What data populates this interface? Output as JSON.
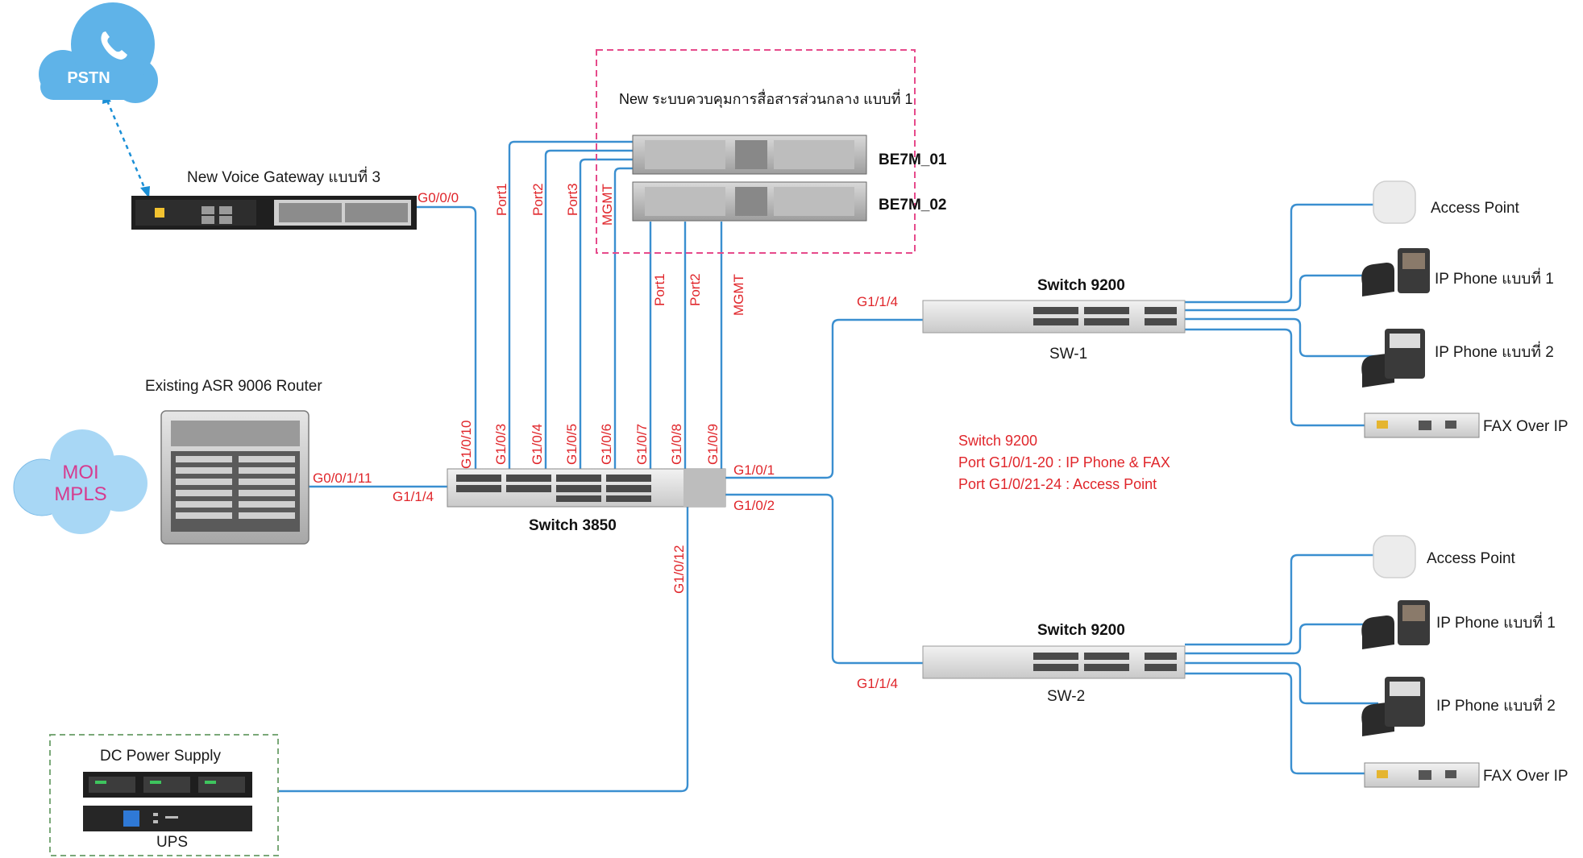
{
  "colors": {
    "wire": "#3a8fd0",
    "port_label": "#e0262b",
    "cloud": "#5fb3e8",
    "mpls_cloud": "#a8d7f5",
    "new_box": "#e64a8b",
    "dc_box": "#7aa878"
  },
  "pstn": {
    "label": "PSTN"
  },
  "mpls": {
    "line1": "MOI",
    "line2": "MPLS"
  },
  "voice_gateway": {
    "label": "New Voice Gateway แบบที่ 3",
    "port": "G0/0/0"
  },
  "new_servers": {
    "title": "New ระบบควบคุมการสื่อสารส่วนกลาง แบบที่ 1",
    "server1": "BE7M_01",
    "server2": "BE7M_02",
    "uplinks": [
      "Port1",
      "Port2",
      "Port3",
      "MGMT"
    ],
    "downlinks": [
      "Port1",
      "Port2",
      "MGMT"
    ]
  },
  "router": {
    "label": "Existing ASR 9006 Router",
    "port": "G0/0/1/11"
  },
  "core_switch": {
    "label": "Switch 3850",
    "ports": [
      "G1/0/10",
      "G1/0/3",
      "G1/0/4",
      "G1/0/5",
      "G1/0/6",
      "G1/0/7",
      "G1/0/8",
      "G1/0/9"
    ],
    "port_router": "G1/1/4",
    "port_sw1": "G1/0/1",
    "port_sw2": "G1/0/2",
    "port_power": "G1/0/12"
  },
  "sw1": {
    "title": "Switch 9200",
    "name": "SW-1",
    "uplink": "G1/1/4"
  },
  "sw2": {
    "title": "Switch 9200",
    "name": "SW-2",
    "uplink": "G1/1/4"
  },
  "note": {
    "line1": "Switch 9200",
    "line2": "Port G1/0/1-20 : IP Phone & FAX",
    "line3": "Port G1/0/21-24 : Access Point"
  },
  "endpoints1": {
    "ap": "Access Point",
    "phone1": "IP Phone แบบที่ 1",
    "phone2": "IP Phone แบบที่ 2",
    "fax": "FAX Over IP"
  },
  "endpoints2": {
    "ap": "Access Point",
    "phone1": "IP Phone แบบที่ 1",
    "phone2": "IP Phone แบบที่ 2",
    "fax": "FAX Over IP"
  },
  "power": {
    "label": "DC Power Supply",
    "ups": "UPS"
  }
}
